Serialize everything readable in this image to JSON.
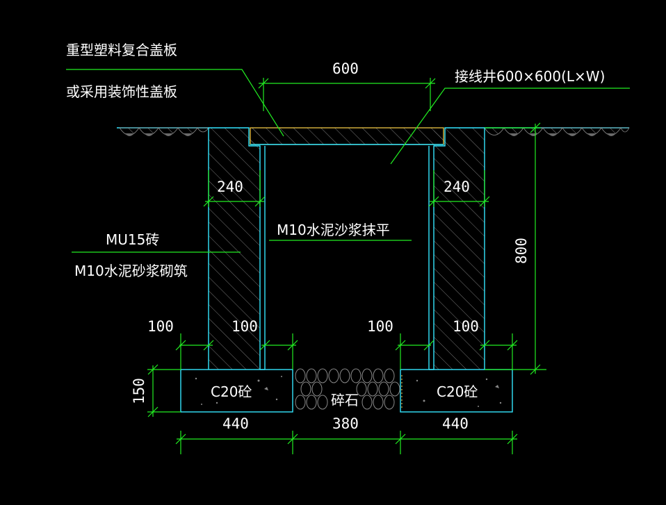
{
  "labels": {
    "cover_line1": "重型塑料复合盖板",
    "cover_line2": "或采用装饰性盖板",
    "well": "接线井600×600(L×W)",
    "brick_line1": "MU15砖",
    "brick_line2": "M10水泥砂浆砌筑",
    "plaster": "M10水泥沙浆抹平",
    "concrete_left": "C20砼",
    "concrete_right": "C20砼",
    "gravel": "碎石"
  },
  "dimensions": {
    "top_width": "600",
    "left_wall": "240",
    "right_wall": "240",
    "depth": "800",
    "footing_height": "150",
    "left_outer_offset": "100",
    "left_inner_offset": "100",
    "right_inner_offset": "100",
    "right_outer_offset": "100",
    "left_footing": "440",
    "middle_gap": "380",
    "right_footing": "440"
  },
  "colors": {
    "background": "#000000",
    "outline": "#33e6ff",
    "dimension": "#22ee22",
    "hatch": "#8a8a8a",
    "cover": "#ffd54a"
  }
}
